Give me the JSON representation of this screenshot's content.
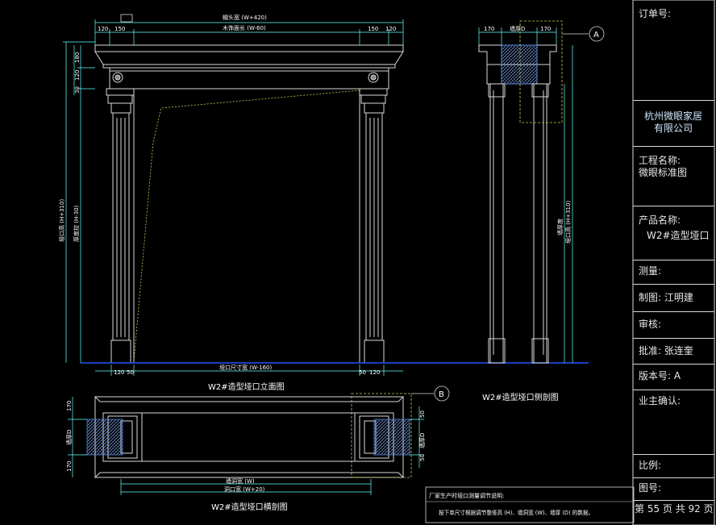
{
  "drawing": {
    "front": {
      "title": "W2#造型垭口立面图",
      "top_overall": "帽头宽 (W+420)",
      "top_inner": "木饰面长 (W-60)",
      "top_left": [
        "120",
        "150"
      ],
      "top_right": [
        "150",
        "120"
      ],
      "bottom_mid": "垭口尺寸宽 (W-160)",
      "bottom_left": [
        "120",
        "50"
      ],
      "bottom_right": [
        "50",
        "120"
      ],
      "left_small": [
        "180",
        "120",
        "30"
      ],
      "left_tall": "垭口高 (H+310)",
      "left_tall2": "厚度控 (H-30)"
    },
    "side": {
      "title": "W2#造型垭口侧剖图",
      "top_dims": [
        "170",
        "墙厚D",
        "170"
      ],
      "callout": "A",
      "right_dims": [
        "垭口高 (H+310)",
        "墙厚度"
      ]
    },
    "plan": {
      "title": "W2#造型垭口横剖图",
      "callout": "B",
      "left_dims": [
        "170",
        "墙厚D",
        "170"
      ],
      "right_dims": [
        "50",
        "墙厚D",
        "50"
      ],
      "bottom_dims": [
        "墙洞宽 (W)",
        "洞口宽 (W+20)"
      ]
    },
    "note_title": "厂家生产时垭口测量调节说明:",
    "note_body": "按下单尺寸根据调节整垭高 (H)、墙洞宽 (W)、墙厚 (D) 的数据。"
  },
  "title_block": {
    "order_no": "订单号:",
    "company": [
      "杭州微眼家居",
      "有限公司"
    ],
    "project_label": "工程名称:",
    "project_value": "微眼标准图",
    "product_label": "产品名称:",
    "product_value": "W2#造型垭口",
    "measure": "测量:",
    "drawn": "制图: 江明建",
    "review": "审核:",
    "approve": "批准: 张连奎",
    "version": "版本号: A",
    "owner": "业主确认:",
    "scale": "比例:",
    "drawing_no": "图号:",
    "page": "第 55 页 共 92 页"
  },
  "colors": {
    "background": "#000000",
    "lines": "#d8d8d8",
    "dimension": "#66ffff",
    "wall": "#4477cc"
  }
}
